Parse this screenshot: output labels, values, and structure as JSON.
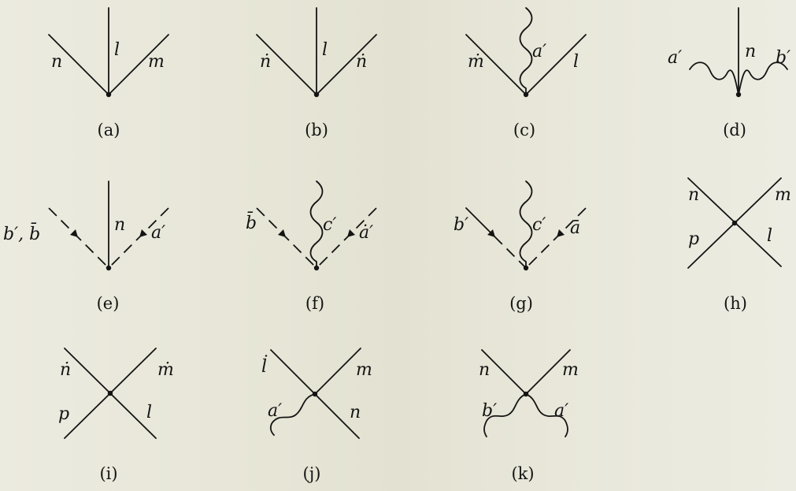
{
  "diagrams": {
    "a": {
      "caption": "(a)",
      "left": "n",
      "mid": "l",
      "right": "m"
    },
    "b": {
      "caption": "(b)",
      "left": "ṅ",
      "mid": "l",
      "right": "ṅ"
    },
    "c": {
      "caption": "(c)",
      "left": "ṁ",
      "mid": "a′",
      "right": "l"
    },
    "d": {
      "caption": "(d)",
      "left": "a′",
      "mid": "n",
      "right": "b′"
    },
    "e": {
      "caption": "(e)",
      "left": "b′, b̄",
      "mid": "n",
      "right": "a′"
    },
    "f": {
      "caption": "(f)",
      "left": "b̄",
      "mid": "c′",
      "right": "ȧ′"
    },
    "g": {
      "caption": "(g)",
      "left": "b′",
      "mid": "c′",
      "right": "ā"
    },
    "h": {
      "caption": "(h)",
      "tl": "n",
      "tr": "m",
      "bl": "p",
      "br": "l"
    },
    "i": {
      "caption": "(i)",
      "tl": "ṅ",
      "tr": "ṁ",
      "bl": "p",
      "br": "l"
    },
    "j": {
      "caption": "(j)",
      "tl": "l̇",
      "tr": "m",
      "bl": "a′",
      "br": "n"
    },
    "k": {
      "caption": "(k)",
      "tl": "n",
      "tr": "m",
      "bl": "b′",
      "br": "a′"
    }
  }
}
